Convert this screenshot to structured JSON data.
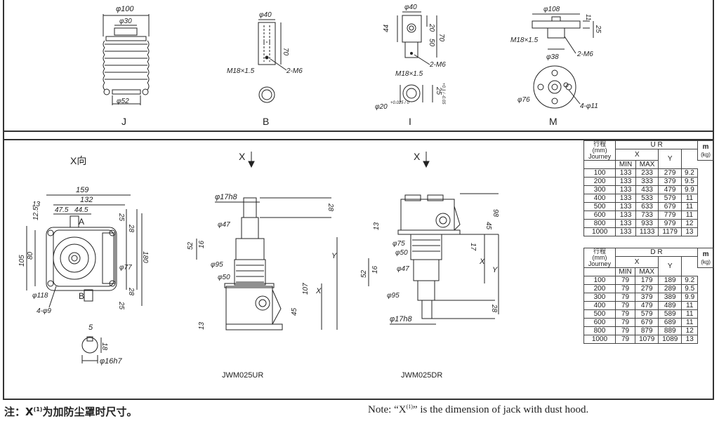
{
  "top_views": {
    "J": {
      "label": "J",
      "d_outer": "φ100",
      "d_inner": "φ30",
      "d_bottom": "φ52"
    },
    "B": {
      "label": "B",
      "d_top": "φ40",
      "h": "70",
      "thread": "M18×1.5",
      "holes": "2-M6"
    },
    "I": {
      "label": "I",
      "d_top": "φ40",
      "h1": "44",
      "h2": "20",
      "h3": "50",
      "h4": "70",
      "thread": "M18×1.5",
      "holes": "2-M6",
      "bore": "φ20",
      "bore_tol": "+0.025 / 0",
      "slot": "25",
      "slot_tol": "+0.1 / -0.05"
    },
    "M": {
      "label": "M",
      "d_flange": "φ108",
      "t": "11",
      "h": "25",
      "thread": "M18×1.5",
      "holes": "2-M6",
      "d_hub": "φ38",
      "pcd": "φ76",
      "bolt_holes": "4-φ11"
    }
  },
  "xview": {
    "title": "X向",
    "d159": "159",
    "d132": "132",
    "d13": "13",
    "d47": "47.5",
    "d44": "44.5",
    "d25a": "25",
    "d28a": "28",
    "d125": "12.5",
    "d80": "80",
    "d105": "105",
    "d180": "180",
    "d77": "φ77",
    "d28b": "28",
    "d25b": "25",
    "d118": "φ118",
    "d49": "4-φ9",
    "A": "A",
    "B": "B",
    "key_w": "5",
    "key_h": "18",
    "shaft": "φ16h7"
  },
  "ur": {
    "caption": "JWM025UR",
    "arrow": "X",
    "shaft": "φ17h8",
    "d28": "28",
    "d47": "φ47",
    "d52": "52",
    "d16": "16",
    "d95": "φ95",
    "d50": "φ50",
    "Y": "Y",
    "X": "X",
    "d107": "107",
    "d45": "45",
    "d13": "13"
  },
  "dr": {
    "caption": "JWM025DR",
    "arrow": "X",
    "d98": "98",
    "d45": "45",
    "d13": "13",
    "d75": "φ75",
    "d50": "φ50",
    "d17": "17",
    "X": "X",
    "Y": "Y",
    "d52": "52",
    "d16": "16",
    "d47": "φ47",
    "d95": "φ95",
    "d28": "28",
    "shaft": "φ17h8"
  },
  "table_ur": {
    "model": "U R",
    "stroke_cn": "行程",
    "stroke_unit": "(mm)",
    "stroke_en": "Journey",
    "col_x": "X",
    "col_min": "MIN",
    "col_max": "MAX",
    "col_y": "Y",
    "col_m": "m",
    "col_m_unit": "(kg)",
    "rows": [
      [
        "100",
        "133",
        "233",
        "279",
        "9.2"
      ],
      [
        "200",
        "133",
        "333",
        "379",
        "9.5"
      ],
      [
        "300",
        "133",
        "433",
        "479",
        "9.9"
      ],
      [
        "400",
        "133",
        "533",
        "579",
        "11"
      ],
      [
        "500",
        "133",
        "633",
        "679",
        "11"
      ],
      [
        "600",
        "133",
        "733",
        "779",
        "11"
      ],
      [
        "800",
        "133",
        "933",
        "979",
        "12"
      ],
      [
        "1000",
        "133",
        "1133",
        "1179",
        "13"
      ]
    ]
  },
  "table_dr": {
    "model": "D R",
    "stroke_cn": "行程",
    "stroke_unit": "(mm)",
    "stroke_en": "Journey",
    "col_x": "X",
    "col_min": "MIN",
    "col_max": "MAX",
    "col_y": "Y",
    "col_m": "m",
    "col_m_unit": "(kg)",
    "rows": [
      [
        "100",
        "79",
        "179",
        "189",
        "9.2"
      ],
      [
        "200",
        "79",
        "279",
        "289",
        "9.5"
      ],
      [
        "300",
        "79",
        "379",
        "389",
        "9.9"
      ],
      [
        "400",
        "79",
        "479",
        "489",
        "11"
      ],
      [
        "500",
        "79",
        "579",
        "589",
        "11"
      ],
      [
        "600",
        "79",
        "679",
        "689",
        "11"
      ],
      [
        "800",
        "79",
        "879",
        "889",
        "12"
      ],
      [
        "1000",
        "79",
        "1079",
        "1089",
        "13"
      ]
    ]
  },
  "notes": {
    "cn_prefix": "注：X",
    "cn_sup": "(1)",
    "cn_text": "为加防尘罩时尺寸。",
    "en_prefix": "Note: “X",
    "en_sup": "(1)",
    "en_text": "” is the dimension of jack with dust hood."
  }
}
